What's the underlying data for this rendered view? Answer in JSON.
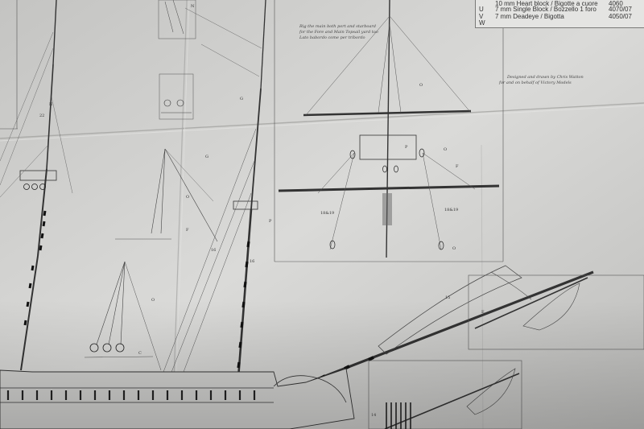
{
  "legend": {
    "rows": [
      {
        "code": "",
        "desc": "10 mm Heart block / Bigotte a cuore",
        "ref": "4060"
      },
      {
        "code": "U",
        "desc": "7 mm Single Block / Bozzello 1 foro",
        "ref": "4070/07"
      },
      {
        "code": "V",
        "desc": "7 mm Deadeye / Bigotta",
        "ref": "4050/07"
      },
      {
        "code": "W",
        "desc": "",
        "ref": ""
      }
    ]
  },
  "notes": {
    "rig_line1": "Rig the main both port and starboard",
    "rig_line2": "for the Fore and Main Topsail yard too",
    "rig_line3": "Lato babordo come per tribordo",
    "credit_line1": "Designed and drawn by Chris Watton",
    "credit_line2": "for and on behalf of Victory Models"
  },
  "labels": {
    "o": "O",
    "f": "F",
    "g": "G",
    "c": "C",
    "e": "E",
    "n": "N",
    "p": "P",
    "n16": "16",
    "n15": "15",
    "n14": "14",
    "n18_19": "18&19",
    "n22": "22"
  }
}
